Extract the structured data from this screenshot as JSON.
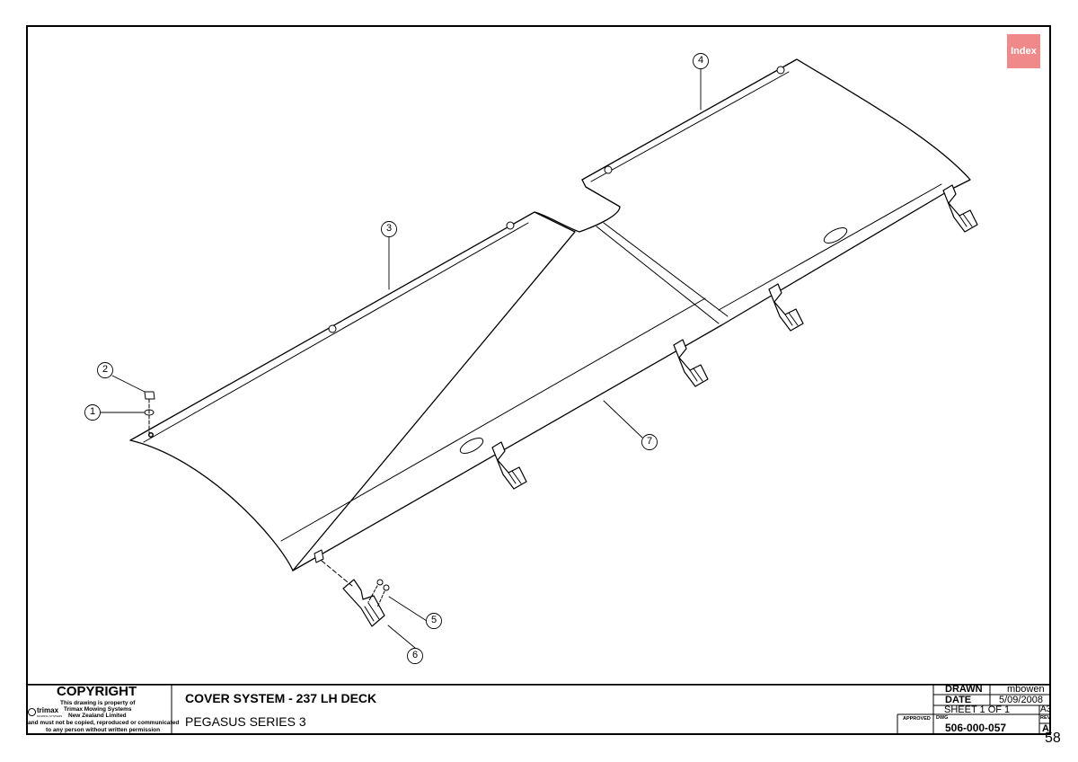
{
  "index_button": "Index",
  "page_number": "58",
  "balloons": [
    "1",
    "2",
    "3",
    "4",
    "5",
    "6",
    "7"
  ],
  "title_block": {
    "copyright_title": "COPYRIGHT",
    "copyright_lines": [
      "This drawing is property of",
      "Trimax Mowing Systems",
      "New Zealand Limited",
      "and must not be copied, reproduced or communicated",
      "to any person without written permission"
    ],
    "logo_text": "trimax",
    "logo_sub": "MOWING SYSTEMS",
    "title": "COVER SYSTEM - 237 LH DECK",
    "subtitle": "PEGASUS SERIES 3",
    "drawn_label": "DRAWN",
    "drawn_value": "mbowen",
    "date_label": "DATE",
    "date_value": "5/09/2008",
    "sheet": "SHEET 1 OF 1",
    "size": "A3",
    "approved_label": "APPROVED",
    "dwg_label": "DWG",
    "dwg_number": "506-000-057",
    "rev_label": "REV",
    "rev_value": "A"
  }
}
